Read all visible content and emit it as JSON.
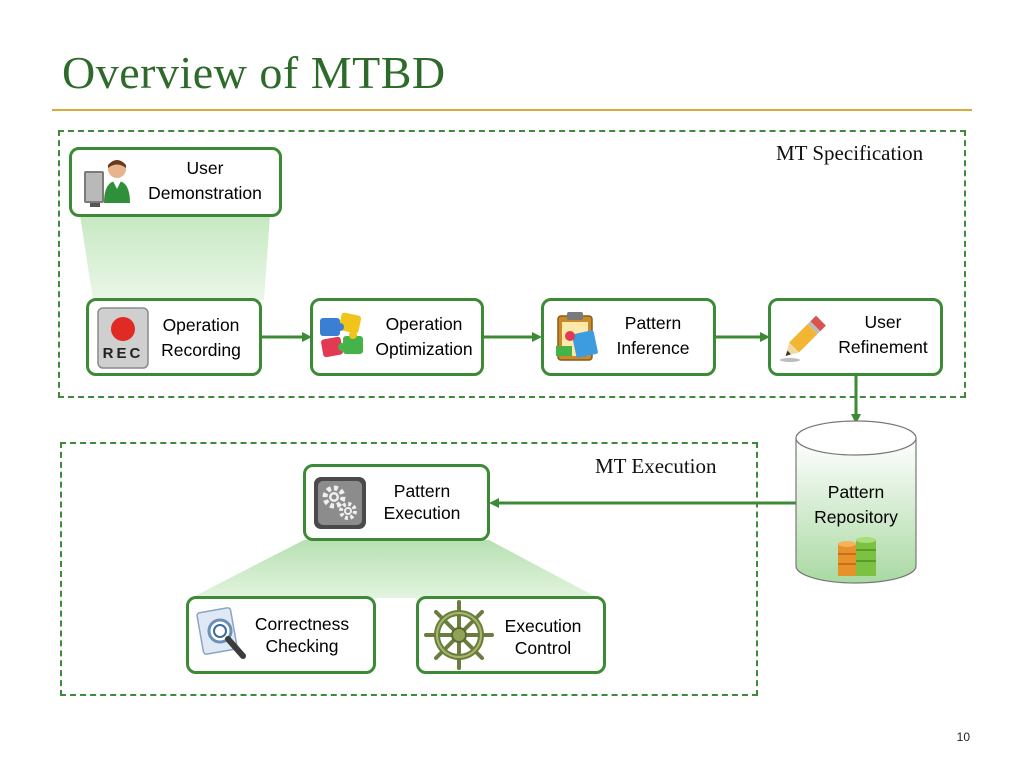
{
  "slide": {
    "title": "Overview of MTBD",
    "page_number": "10"
  },
  "regions": {
    "specification": "MT Specification",
    "execution": "MT Execution"
  },
  "nodes": {
    "user_demonstration": [
      "User",
      "Demonstration"
    ],
    "operation_recording": [
      "Operation",
      "Recording"
    ],
    "operation_optimization": [
      "Operation",
      "Optimization"
    ],
    "pattern_inference": [
      "Pattern",
      "Inference"
    ],
    "user_refinement": [
      "User",
      "Refinement"
    ],
    "pattern_repository": [
      "Pattern",
      "Repository"
    ],
    "pattern_execution": [
      "Pattern",
      "Execution"
    ],
    "correctness_checking": [
      "Correctness",
      "Checking"
    ],
    "execution_control": [
      "Execution",
      "Control"
    ]
  },
  "icons": {
    "user_demonstration": "user-at-computer-icon",
    "operation_recording": "rec-button-icon",
    "operation_optimization": "puzzle-pieces-icon",
    "pattern_inference": "clipboard-inference-icon",
    "user_refinement": "pencil-icon",
    "pattern_repository": "database-stack-icon",
    "pattern_execution": "gears-icon",
    "correctness_checking": "magnifier-document-icon",
    "execution_control": "ship-wheel-icon",
    "rec_text": "REC"
  },
  "colors": {
    "title": "#2e6b2b",
    "rule": "#d7ad3a",
    "accent": "#3c8a36"
  }
}
